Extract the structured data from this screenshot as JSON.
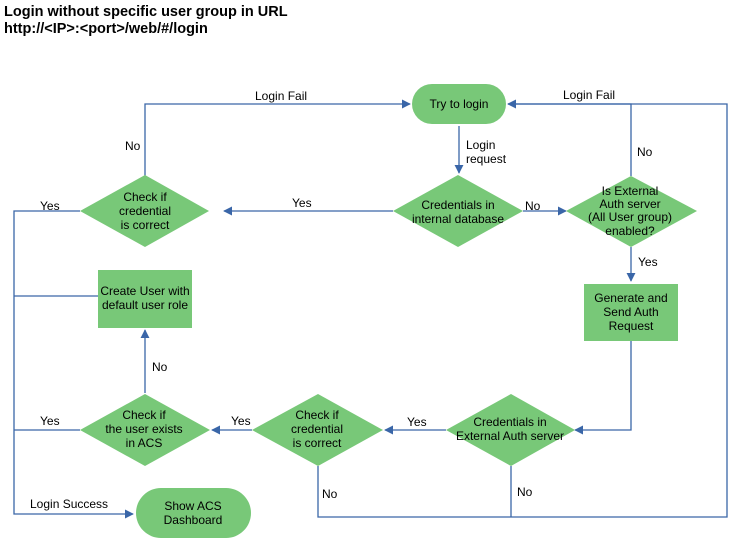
{
  "title": {
    "line1": "Login without specific user group in URL",
    "line2": "http://<IP>:<port>/web/#/login"
  },
  "colors": {
    "node_fill": "#78c878",
    "edge": "#3a66a8"
  },
  "nodes": {
    "try_login": [
      "Try to login"
    ],
    "credentials_internal": [
      "Credentials in",
      "internal database"
    ],
    "external_auth_enabled": [
      "Is External",
      "Auth server",
      "(All User group)",
      "enabled?"
    ],
    "check_credential_top": [
      "Check if",
      "credential",
      "is correct"
    ],
    "create_user": [
      "Create User with",
      "default user role"
    ],
    "generate_send": [
      "Generate and",
      "Send Auth",
      "Request"
    ],
    "credentials_external": [
      "Credentials in",
      "External Auth server"
    ],
    "check_credential_bottom": [
      "Check if",
      "credential",
      "is correct"
    ],
    "check_user_exists": [
      "Check if",
      "the user exists",
      "in ACS"
    ],
    "show_dashboard": [
      "Show ACS",
      "Dashboard"
    ]
  },
  "edge_labels": {
    "login_fail_left": "Login  Fail",
    "login_fail_right": "Login  Fail",
    "login_request": [
      "Login",
      "request"
    ],
    "no_top_left": "No",
    "no_external": "No",
    "no_is_external": "No",
    "yes_top_left": "Yes",
    "yes_internal": "Yes",
    "yes_external_enabled": "Yes",
    "no_create_user": "No",
    "yes_user_exists": "Yes",
    "yes_check_bottom": "Yes",
    "yes_cred_external": "Yes",
    "no_check_bottom": "No",
    "no_cred_external": "No",
    "login_success": "Login Success"
  }
}
